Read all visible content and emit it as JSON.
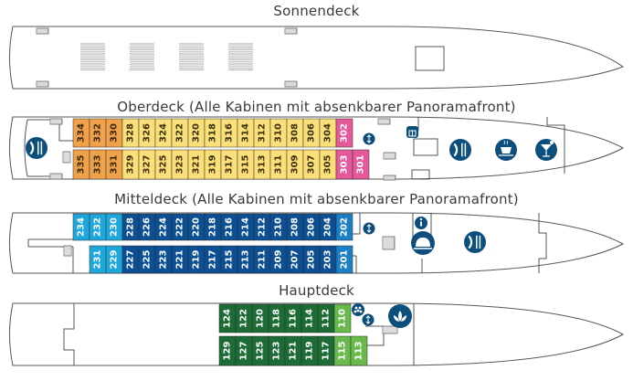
{
  "decks": {
    "sonnendeck": {
      "title": "Sonnendeck"
    },
    "oberdeck": {
      "title": "Oberdeck (Alle Kabinen mit absenkbarer Panoramafront)",
      "top_row": [
        {
          "no": "334",
          "cat": "orange"
        },
        {
          "no": "332",
          "cat": "orange"
        },
        {
          "no": "330",
          "cat": "orange"
        },
        {
          "no": "328",
          "cat": "yellow"
        },
        {
          "no": "326",
          "cat": "yellow"
        },
        {
          "no": "324",
          "cat": "yellow"
        },
        {
          "no": "322",
          "cat": "yellow"
        },
        {
          "no": "320",
          "cat": "yellow"
        },
        {
          "no": "318",
          "cat": "yellow"
        },
        {
          "no": "316",
          "cat": "yellow"
        },
        {
          "no": "314",
          "cat": "yellow"
        },
        {
          "no": "312",
          "cat": "yellow"
        },
        {
          "no": "310",
          "cat": "yellow"
        },
        {
          "no": "308",
          "cat": "yellow"
        },
        {
          "no": "306",
          "cat": "yellow"
        },
        {
          "no": "304",
          "cat": "yellow"
        },
        {
          "no": "302",
          "cat": "pink"
        }
      ],
      "bottom_row": [
        {
          "no": "335",
          "cat": "orange"
        },
        {
          "no": "333",
          "cat": "orange"
        },
        {
          "no": "331",
          "cat": "orange"
        },
        {
          "no": "329",
          "cat": "yellow"
        },
        {
          "no": "327",
          "cat": "yellow"
        },
        {
          "no": "325",
          "cat": "yellow"
        },
        {
          "no": "323",
          "cat": "yellow"
        },
        {
          "no": "321",
          "cat": "yellow"
        },
        {
          "no": "319",
          "cat": "yellow"
        },
        {
          "no": "317",
          "cat": "yellow"
        },
        {
          "no": "315",
          "cat": "yellow"
        },
        {
          "no": "313",
          "cat": "yellow"
        },
        {
          "no": "311",
          "cat": "yellow"
        },
        {
          "no": "309",
          "cat": "yellow"
        },
        {
          "no": "307",
          "cat": "yellow"
        },
        {
          "no": "305",
          "cat": "yellow"
        },
        {
          "no": "303",
          "cat": "pink"
        },
        {
          "no": "301",
          "cat": "pink"
        }
      ],
      "icons": [
        "restaurant-icon",
        "elevator-icon",
        "shop-icon",
        "restaurant-icon",
        "cafe-icon",
        "bar-icon"
      ]
    },
    "mitteldeck": {
      "title": "Mitteldeck (Alle Kabinen mit absenkbarer Panoramafront)",
      "top_row": [
        {
          "no": "234",
          "cat": "lightblue"
        },
        {
          "no": "232",
          "cat": "lightblue"
        },
        {
          "no": "230",
          "cat": "lightblue"
        },
        {
          "no": "228",
          "cat": "darkblue"
        },
        {
          "no": "226",
          "cat": "darkblue"
        },
        {
          "no": "224",
          "cat": "darkblue"
        },
        {
          "no": "222",
          "cat": "darkblue"
        },
        {
          "no": "220",
          "cat": "darkblue"
        },
        {
          "no": "218",
          "cat": "darkblue"
        },
        {
          "no": "216",
          "cat": "darkblue"
        },
        {
          "no": "214",
          "cat": "darkblue"
        },
        {
          "no": "212",
          "cat": "darkblue"
        },
        {
          "no": "210",
          "cat": "darkblue"
        },
        {
          "no": "208",
          "cat": "darkblue"
        },
        {
          "no": "206",
          "cat": "darkblue"
        },
        {
          "no": "204",
          "cat": "darkblue"
        },
        {
          "no": "202",
          "cat": "midblue"
        }
      ],
      "bottom_row": [
        {
          "no": "231",
          "cat": "lightblue"
        },
        {
          "no": "229",
          "cat": "lightblue"
        },
        {
          "no": "227",
          "cat": "darkblue"
        },
        {
          "no": "225",
          "cat": "darkblue"
        },
        {
          "no": "223",
          "cat": "darkblue"
        },
        {
          "no": "221",
          "cat": "darkblue"
        },
        {
          "no": "219",
          "cat": "darkblue"
        },
        {
          "no": "217",
          "cat": "darkblue"
        },
        {
          "no": "215",
          "cat": "darkblue"
        },
        {
          "no": "213",
          "cat": "darkblue"
        },
        {
          "no": "211",
          "cat": "darkblue"
        },
        {
          "no": "209",
          "cat": "darkblue"
        },
        {
          "no": "207",
          "cat": "darkblue"
        },
        {
          "no": "205",
          "cat": "darkblue"
        },
        {
          "no": "203",
          "cat": "darkblue"
        },
        {
          "no": "201",
          "cat": "midblue"
        }
      ],
      "icons": [
        "elevator-icon",
        "info-icon",
        "reception-icon",
        "restaurant-icon"
      ]
    },
    "hauptdeck": {
      "title": "Hauptdeck",
      "top_row": [
        {
          "no": "124",
          "cat": "darkgreen"
        },
        {
          "no": "122",
          "cat": "darkgreen"
        },
        {
          "no": "120",
          "cat": "darkgreen"
        },
        {
          "no": "118",
          "cat": "darkgreen"
        },
        {
          "no": "116",
          "cat": "darkgreen"
        },
        {
          "no": "114",
          "cat": "darkgreen"
        },
        {
          "no": "112",
          "cat": "darkgreen"
        },
        {
          "no": "110",
          "cat": "lightgreen"
        }
      ],
      "bottom_row": [
        {
          "no": "129",
          "cat": "darkgreen"
        },
        {
          "no": "127",
          "cat": "darkgreen"
        },
        {
          "no": "125",
          "cat": "darkgreen"
        },
        {
          "no": "123",
          "cat": "darkgreen"
        },
        {
          "no": "121",
          "cat": "darkgreen"
        },
        {
          "no": "119",
          "cat": "darkgreen"
        },
        {
          "no": "117",
          "cat": "darkgreen"
        },
        {
          "no": "115",
          "cat": "lightgreen"
        },
        {
          "no": "113",
          "cat": "lightgreen"
        }
      ],
      "icons": [
        "wellness-icon",
        "elevator-icon",
        "spa-icon"
      ]
    }
  },
  "colors": {
    "orange": {
      "fill": "#f0a24a",
      "text": "#3a2a10"
    },
    "yellow": {
      "fill": "#fbe07a",
      "text": "#3a3010"
    },
    "pink": {
      "fill": "#e5589a",
      "text": "#ffffff"
    },
    "lightblue": {
      "fill": "#1ea7dd",
      "text": "#ffffff"
    },
    "midblue": {
      "fill": "#1b7fc4",
      "text": "#ffffff"
    },
    "darkblue": {
      "fill": "#0d4f93",
      "text": "#ffffff"
    },
    "darkgreen": {
      "fill": "#1d6b35",
      "text": "#ffffff"
    },
    "lightgreen": {
      "fill": "#6ab94c",
      "text": "#ffffff"
    },
    "icon": "#0d4f7c",
    "hull": "#555555"
  }
}
